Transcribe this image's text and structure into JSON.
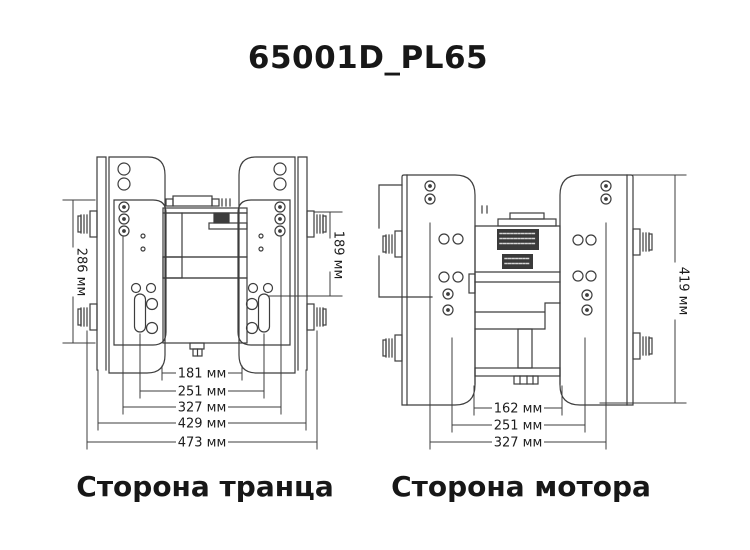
{
  "title": "65001D_PL65",
  "colors": {
    "background": "#ffffff",
    "line_art": "#3d3d3d",
    "text": "#171717"
  },
  "views": {
    "transom": {
      "caption": "Сторона транца",
      "dimensions": {
        "height_left": "286 мм",
        "height_right": "189 мм",
        "widths_bottom": [
          "181 мм",
          "251 мм",
          "327 мм",
          "429 мм",
          "473 мм"
        ]
      }
    },
    "motor": {
      "caption": "Сторона мотора",
      "dimensions": {
        "height_right": "419 мм",
        "widths_bottom": [
          "162 мм",
          "251 мм",
          "327 мм"
        ]
      }
    }
  }
}
